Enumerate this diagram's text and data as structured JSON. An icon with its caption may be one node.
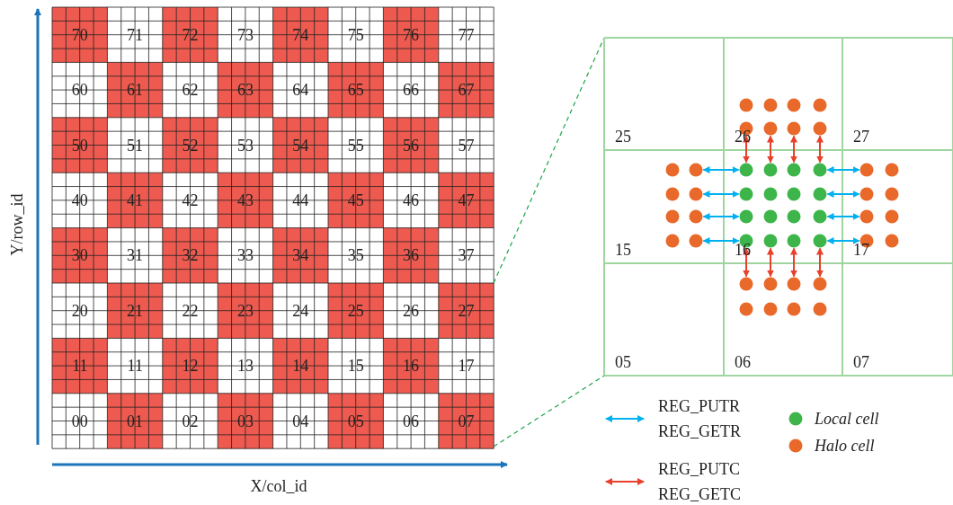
{
  "diagram": {
    "nodes": [
      {
        "text": [],
        "shape": "circle"
      },
      {
        "text": [],
        "shape": "circle"
      },
      {
        "text": [],
        "shape": "circle"
      },
      {
        "text": [],
        "shape": "circle"
      },
      {
        "text": [],
        "shape": "circle"
      },
      {
        "text": [],
        "shape": "circle"
      },
      {
        "text": [],
        "shape": "circle"
      },
      {
        "text": [],
        "shape": "circle"
      },
      {
        "text": [],
        "shape": "circle"
      },
      {
        "text": [],
        "shape": "circle"
      },
      {
        "text": [],
        "shape": "circle"
      },
      {
        "text": [],
        "shape": "circle"
      },
      {
        "text": [],
        "shape": "circle"
      },
      {
        "text": [],
        "shape": "circle"
      },
      {
        "text": [],
        "shape": "circle"
      },
      {
        "text": [],
        "shape": "circle"
      },
      {
        "text": [],
        "shape": "circle"
      },
      {
        "text": [],
        "shape": "circle"
      },
      {
        "text": [],
        "shape": "circle"
      },
      {
        "text": [],
        "shape": "circle"
      },
      {
        "text": [],
        "shape": "circle"
      },
      {
        "text": [],
        "shape": "circle"
      },
      {
        "text": [],
        "shape": "circle"
      },
      {
        "text": [],
        "shape": "circle"
      },
      {
        "text": [],
        "shape": "circle"
      },
      {
        "text": [],
        "shape": "circle"
      },
      {
        "text": [],
        "shape": "circle"
      },
      {
        "text": [],
        "shape": "circle"
      },
      {
        "text": [],
        "shape": "circle"
      },
      {
        "text": [],
        "shape": "circle"
      },
      {
        "text": [],
        "shape": "circle"
      },
      {
        "text": [],
        "shape": "circle"
      },
      {
        "text": [],
        "shape": "circle"
      },
      {
        "text": [],
        "shape": "circle"
      },
      {
        "text": [],
        "shape": "circle"
      },
      {
        "text": [],
        "shape": "circle"
      },
      {
        "text": [],
        "shape": "circle"
      },
      {
        "text": [],
        "shape": "circle"
      },
      {
        "text": [],
        "shape": "circle"
      },
      {
        "text": [],
        "shape": "circle"
      },
      {
        "text": [],
        "shape": "circle"
      },
      {
        "text": [],
        "shape": "circle"
      },
      {
        "text": [],
        "shape": "circle"
      },
      {
        "text": [],
        "shape": "circle"
      },
      {
        "text": [],
        "shape": "circle"
      },
      {
        "text": [],
        "shape": "circle"
      },
      {
        "text": [],
        "shape": "circle"
      },
      {
        "text": [],
        "shape": "circle"
      }
    ],
    "edges": [
      {
        "from": 4,
        "to": 10,
        "arrow": "both",
        "color": "#e8402a"
      },
      {
        "from": 5,
        "to": 11,
        "arrow": "both",
        "color": "#e8402a"
      },
      {
        "from": 6,
        "to": 12,
        "arrow": "both",
        "color": "#e8402a"
      },
      {
        "from": 7,
        "to": 13,
        "arrow": "both",
        "color": "#e8402a"
      },
      {
        "from": 9,
        "to": 10,
        "arrow": "both",
        "color": "#00b0f0"
      },
      {
        "from": 13,
        "to": 14,
        "arrow": "both",
        "color": "#00b0f0"
      },
      {
        "from": 17,
        "to": 18,
        "arrow": "both",
        "color": "#00b0f0"
      },
      {
        "from": 21,
        "to": 22,
        "arrow": "both",
        "color": "#00b0f0"
      },
      {
        "from": 25,
        "to": 26,
        "arrow": "both",
        "color": "#00b0f0"
      },
      {
        "from": 29,
        "to": 30,
        "arrow": "both",
        "color": "#00b0f0"
      },
      {
        "from": 33,
        "to": 34,
        "arrow": "both",
        "color": "#00b0f0"
      },
      {
        "from": 37,
        "to": 38,
        "arrow": "both",
        "color": "#00b0f0"
      },
      {
        "from": 34,
        "to": 40,
        "arrow": "both",
        "color": "#e8402a"
      },
      {
        "from": 35,
        "to": 41,
        "arrow": "both",
        "color": "#e8402a"
      },
      {
        "from": 36,
        "to": 42,
        "arrow": "both",
        "color": "#e8402a"
      },
      {
        "from": 37,
        "to": 43,
        "arrow": "both",
        "color": "#e8402a"
      }
    ],
    "labels": [
      "70",
      "71",
      "72",
      "73",
      "74",
      "75",
      "76",
      "77",
      "60",
      "61",
      "62",
      "63",
      "64",
      "65",
      "66",
      "67",
      "50",
      "51",
      "52",
      "53",
      "54",
      "55",
      "56",
      "57",
      "40",
      "41",
      "42",
      "43",
      "44",
      "45",
      "46",
      "47",
      "30",
      "31",
      "32",
      "33",
      "34",
      "35",
      "36",
      "37",
      "20",
      "21",
      "22",
      "23",
      "24",
      "25",
      "26",
      "27",
      "11",
      "11",
      "12",
      "13",
      "14",
      "15",
      "16",
      "17",
      "00",
      "01",
      "02",
      "03",
      "04",
      "05",
      "06",
      "07",
      "25",
      "26",
      "27",
      "15",
      "16",
      "17",
      "05",
      "06",
      "07",
      "Y/row_id",
      "X/col_id"
    ],
    "legend": [
      {
        "text": "REG_PUTR REG_GETR"
      },
      {
        "text": "REG_PUTC REG_GETC"
      },
      {
        "text": "Local cell",
        "color": "#3db54a"
      },
      {
        "text": "Halo cell",
        "color": "#e8692a"
      }
    ]
  }
}
